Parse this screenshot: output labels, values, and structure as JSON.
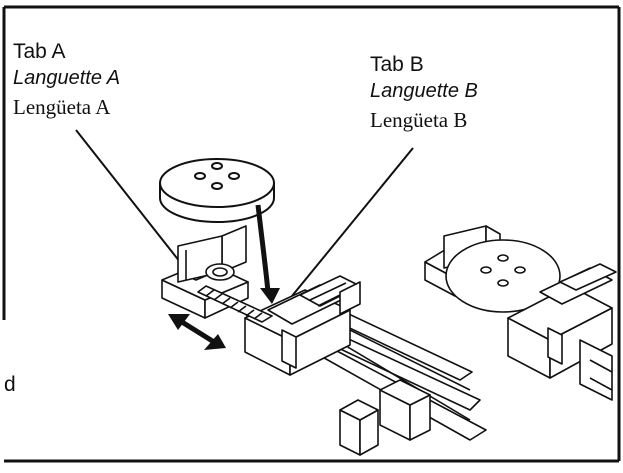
{
  "tab_a": {
    "en": "Tab A",
    "fr": "Languette A",
    "es": "Lengüeta A"
  },
  "tab_b": {
    "en": "Tab B",
    "fr": "Languette B",
    "es": "Lengüeta B"
  },
  "edge_fragment": "d",
  "colors": {
    "line": "#111111",
    "background": "#ffffff"
  }
}
